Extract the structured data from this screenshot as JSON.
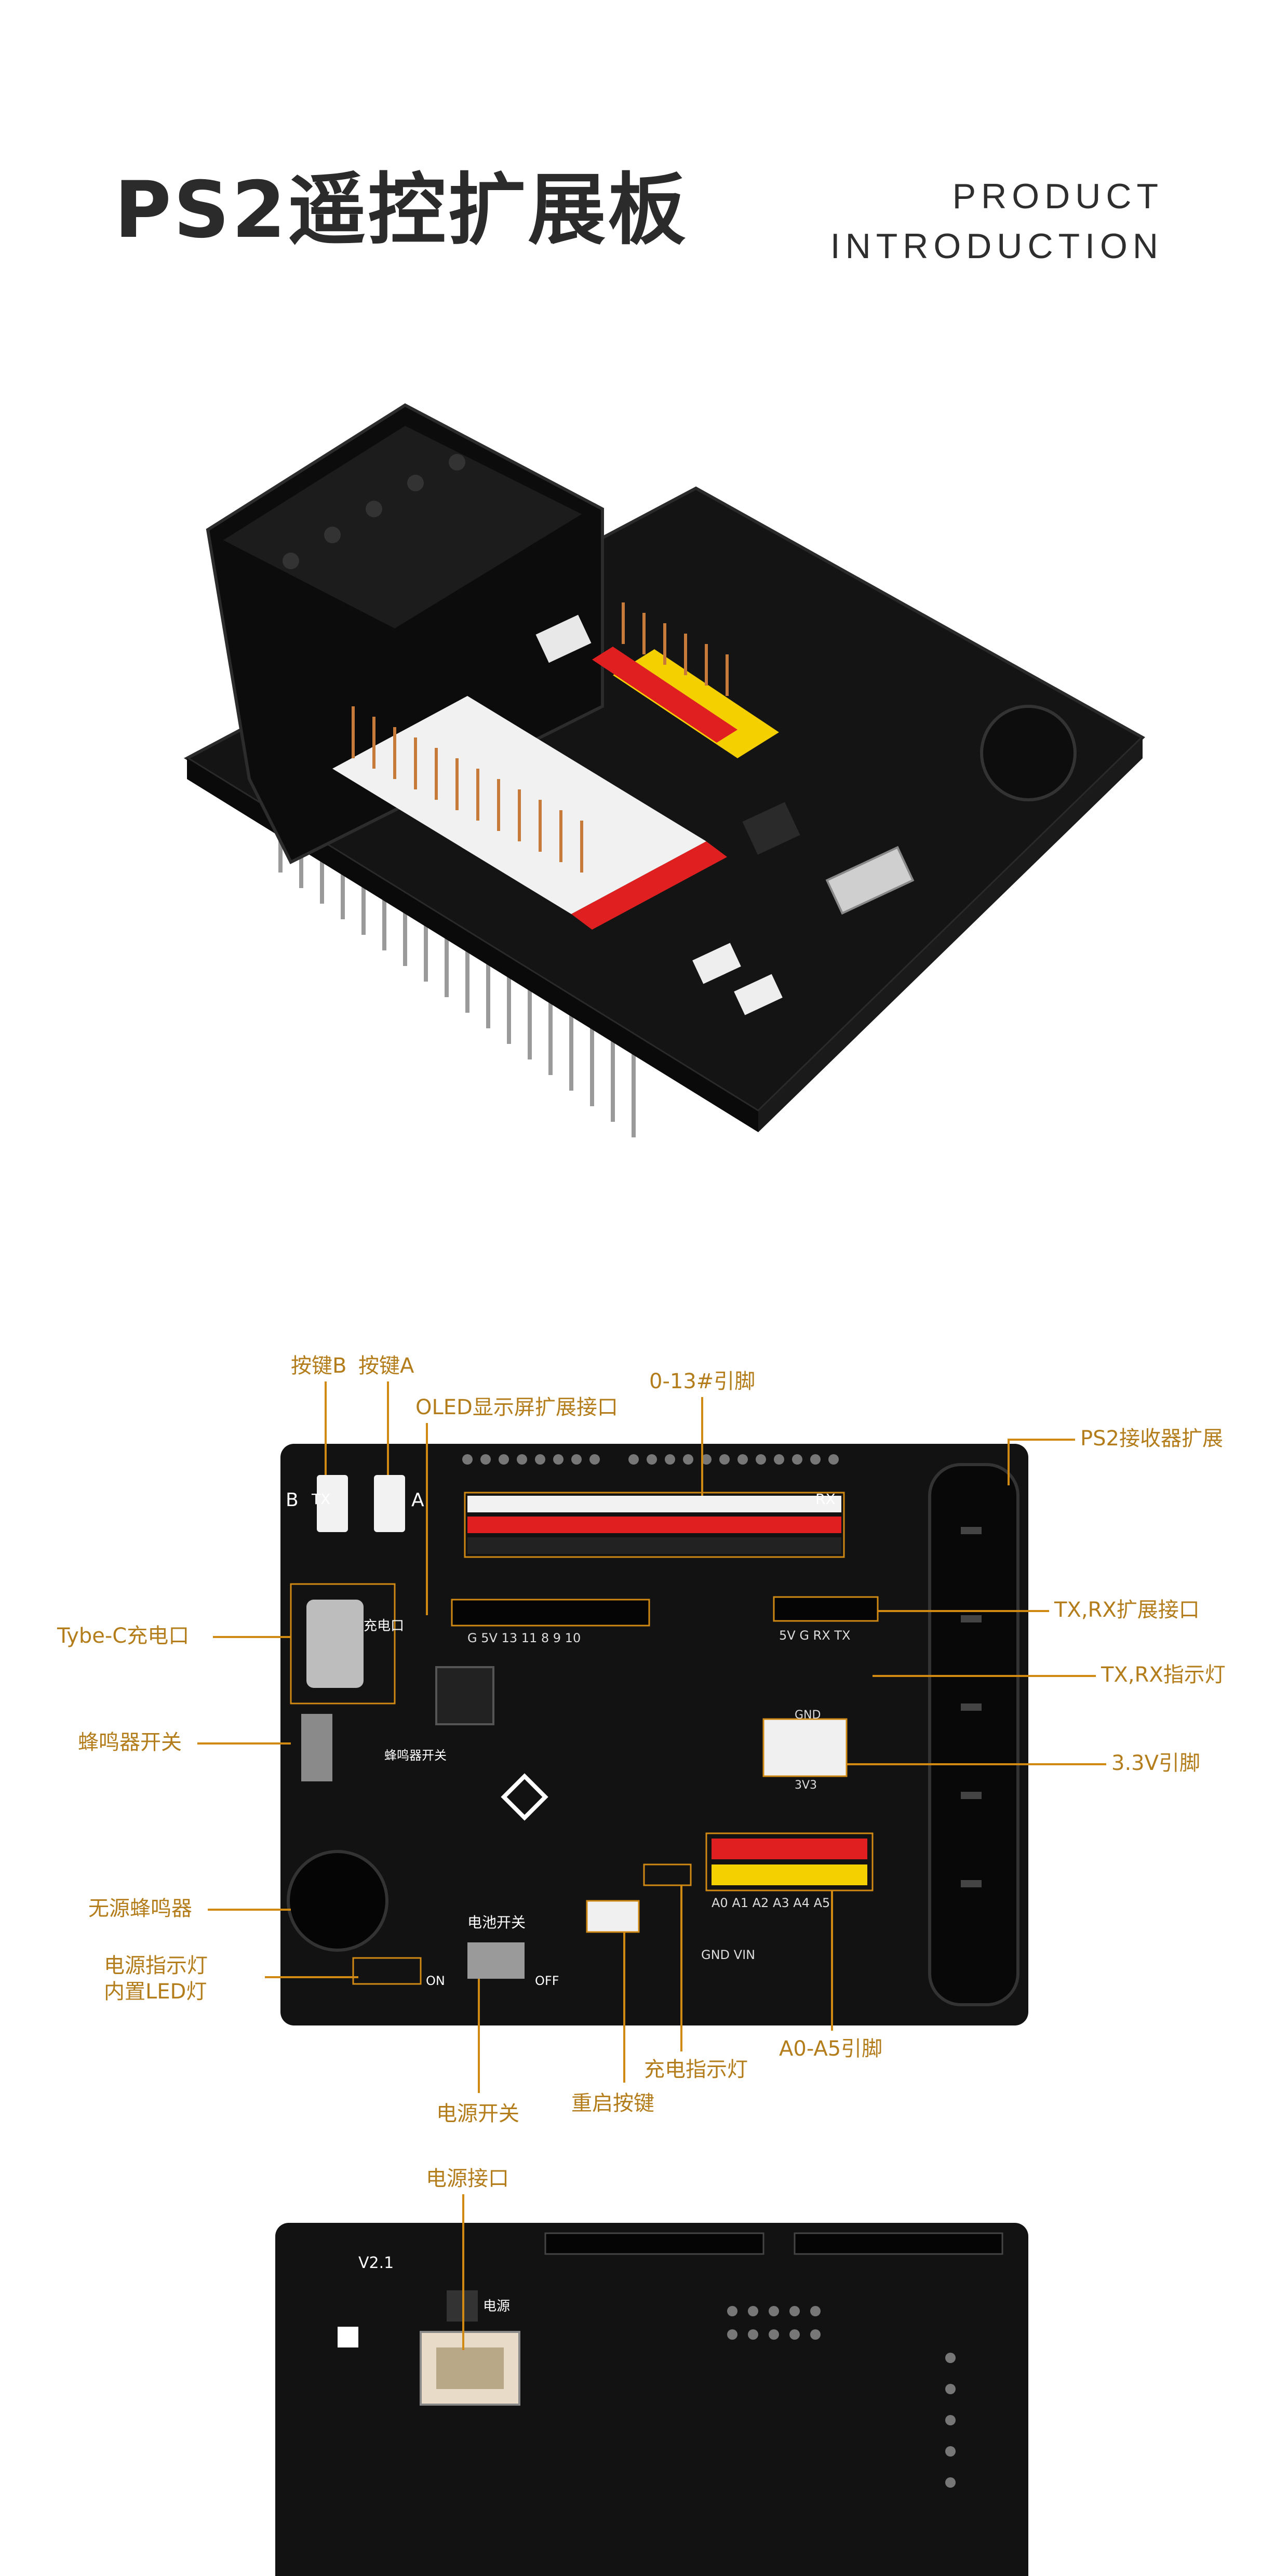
{
  "header": {
    "title": "PS2遥控扩展板",
    "subtitle_line1": "PRODUCT",
    "subtitle_line2": "INTRODUCTION"
  },
  "labels": {
    "key_b": "按键B",
    "key_a": "按键A",
    "oled": "OLED显示屏扩展接口",
    "pins_0_13": "0-13#引脚",
    "ps2_ext": "PS2接收器扩展",
    "typec": "Tybe-C充电口",
    "txrx_port": "TX,RX扩展接口",
    "txrx_led": "TX,RX指示灯",
    "buzzer_switch": "蜂鸣器开关",
    "v33": "3.3V引脚",
    "buzzer": "无源蜂鸣器",
    "power_led": "电源指示灯",
    "builtin_led": "内置LED灯",
    "a0_a5": "A0-A5引脚",
    "charge_led": "充电指示灯",
    "reset_key": "重启按键",
    "power_switch": "电源开关",
    "power_port": "电源接口"
  },
  "silkscreen": {
    "b": "B",
    "a": "A",
    "typec_cn": "充电口",
    "buzzer_sw_cn": "蜂鸣器开关",
    "battery_sw": "电池开关",
    "on": "ON",
    "off": "OFF",
    "tx": "TX",
    "rx": "RX",
    "g5v": "G 5V 13 11 8 9 10",
    "row5v": "5V G RX TX",
    "gnd": "GND",
    "v33": "3V3",
    "analog": "A0 A1 A2 A3 A4 A5",
    "gnd_vin": "GND VIN",
    "v21": "V2.1",
    "power_cn": "电源"
  },
  "colors": {
    "accent": "#d08a14",
    "label_text": "#b47d1b",
    "pcb": "#111111",
    "pin_red": "#e02020",
    "pin_yellow": "#f4d000",
    "pin_white": "#f2f2f2"
  }
}
